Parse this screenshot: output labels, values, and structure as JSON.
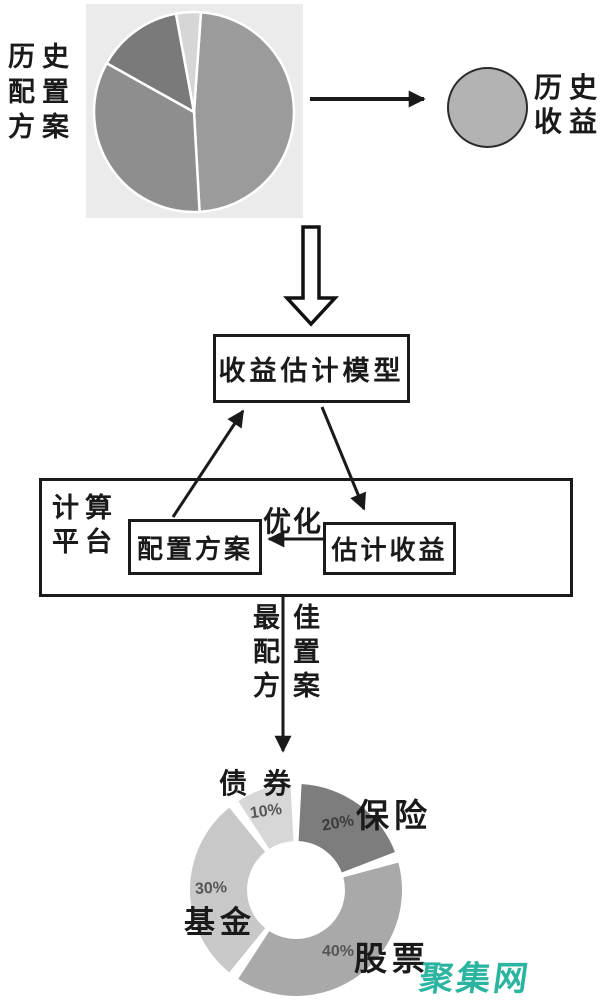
{
  "diagram": {
    "top_left_pie_label": {
      "lines": [
        "历史",
        "配置",
        "方案"
      ]
    },
    "historical_return": {
      "lines": [
        "历史",
        "收益"
      ]
    },
    "model_box_label": "收益估计模型",
    "platform": {
      "label_lines": [
        "计算",
        "平台"
      ],
      "alloc_box_label": "配置方案",
      "estimate_box_label": "估计收益",
      "optimize_label": "优化"
    },
    "best_alloc_label": {
      "lines": [
        "最佳",
        "配置",
        "方案"
      ]
    },
    "watermark": "聚集网",
    "watermark_color": "#2bb5a0"
  },
  "chart_data": [
    {
      "type": "pie",
      "title": "历史配置方案",
      "start_angle_deg": 4,
      "slices": [
        {
          "label": "",
          "value_pct": 48,
          "color": "#9b9b9b"
        },
        {
          "label": "",
          "value_pct": 34,
          "color": "#8e8e8e"
        },
        {
          "label": "",
          "value_pct": 14,
          "color": "#7a7a7a"
        },
        {
          "label": "",
          "value_pct": 4,
          "color": "#d6d6d6"
        }
      ]
    },
    {
      "type": "pie",
      "title": "历史收益",
      "slices": [
        {
          "label": "",
          "value_pct": 100,
          "color": "#b3b3b3"
        }
      ]
    },
    {
      "type": "donut",
      "title": "最佳配置方案",
      "start_angle_deg": 0,
      "segments": [
        {
          "label": "保险",
          "value_pct": 20,
          "color": "#7d7d7d",
          "pct_label": "20%"
        },
        {
          "label": "股票",
          "value_pct": 40,
          "color": "#a9a9a9",
          "pct_label": "40%"
        },
        {
          "label": "基金",
          "value_pct": 30,
          "color": "#c8c8c8",
          "pct_label": "30%"
        },
        {
          "label": "债券",
          "value_pct": 10,
          "color": "#d7d7d7",
          "pct_label": "10%"
        }
      ]
    }
  ]
}
